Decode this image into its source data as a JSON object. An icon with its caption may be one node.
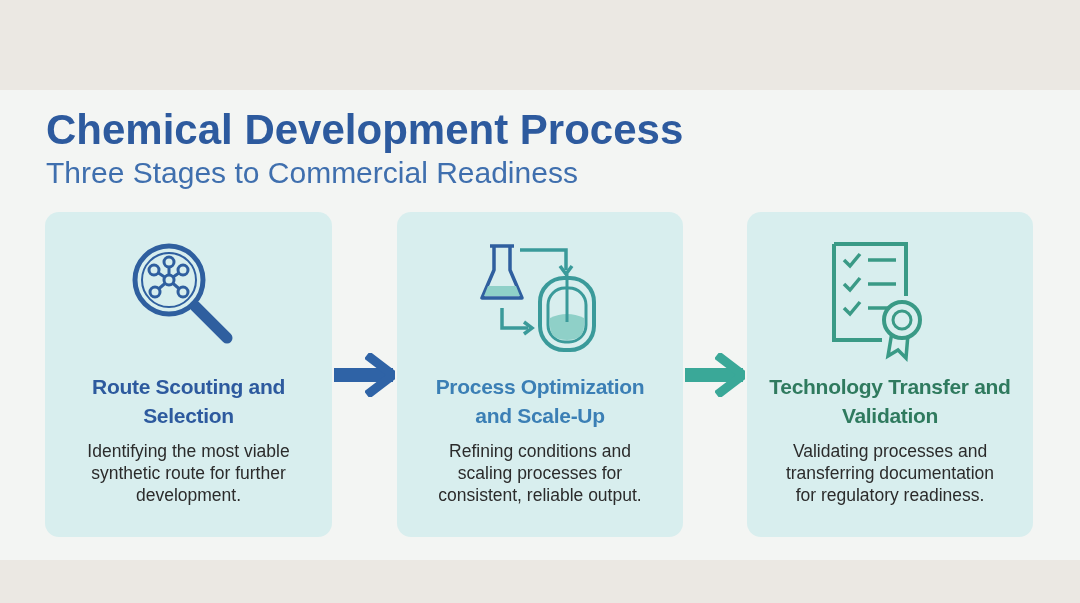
{
  "diagram": {
    "title": "Chemical Development Process",
    "caption": "Three Stages to Commercial Readiness",
    "nodes": [
      {
        "text": [
          "Route Scouting and Selection",
          "Identifying the most viable synthetic route for further development."
        ]
      },
      {
        "text": [
          "Process Optimization and Scale-Up",
          "Refining conditions and scaling processes for consistent, reliable output."
        ]
      },
      {
        "text": [
          "Technology Transfer and Validation",
          "Validating processes and transferring documentation for regulatory readiness."
        ]
      }
    ],
    "edges": [
      {
        "from": 0,
        "to": 1,
        "arrow": "to",
        "color": "#2f63a6"
      },
      {
        "from": 1,
        "to": 2,
        "arrow": "to",
        "color": "#3aa898"
      }
    ]
  }
}
